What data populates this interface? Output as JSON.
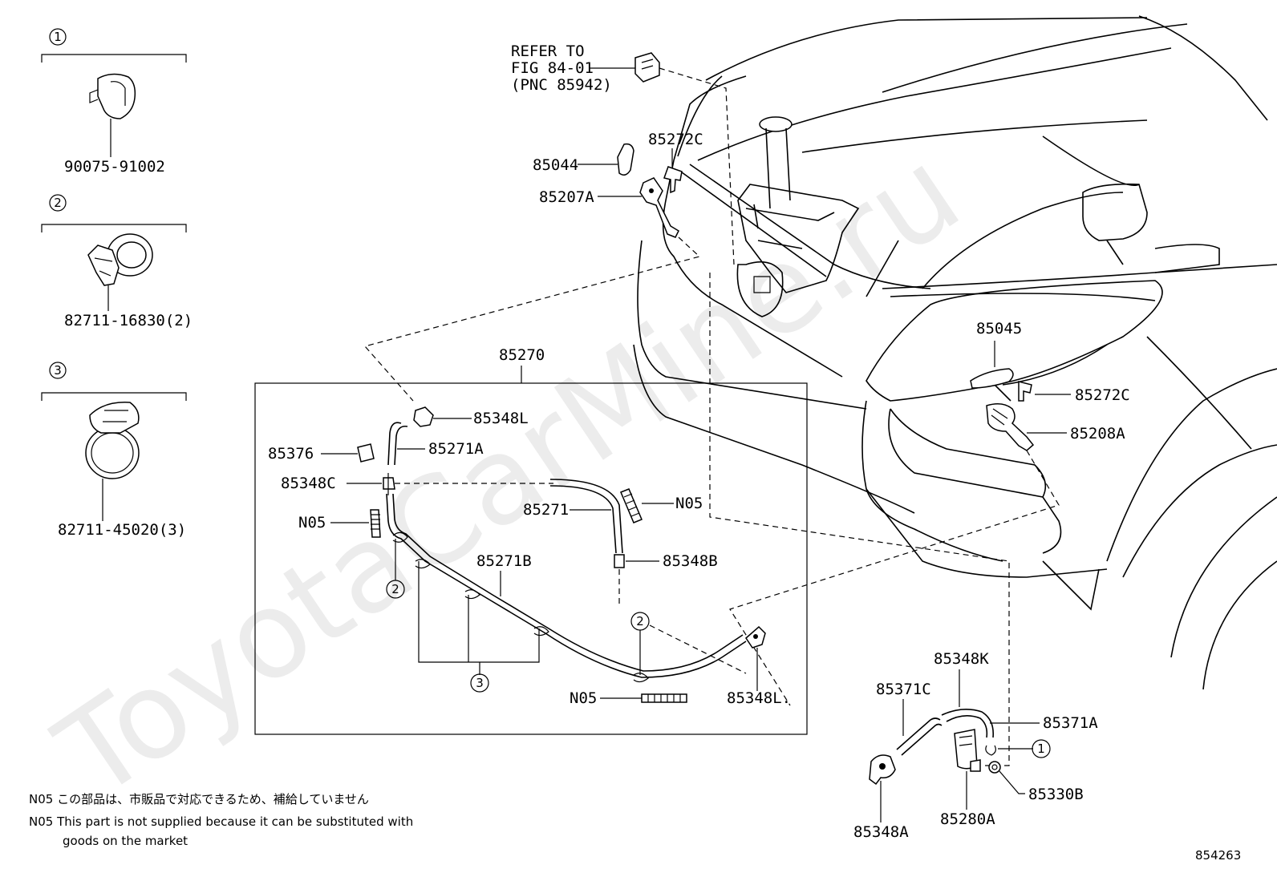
{
  "watermark": "ToyotaCarMine.ru",
  "reference": {
    "line1": "REFER TO",
    "line2": "FIG 84-01",
    "line3": "(PNC 85942)"
  },
  "legend": [
    {
      "index": "1",
      "part": "90075-91002"
    },
    {
      "index": "2",
      "part": "82711-16830(2)"
    },
    {
      "index": "3",
      "part": "82711-45020(3)"
    }
  ],
  "assembly": {
    "label": "85270"
  },
  "labels": {
    "p85044": "85044",
    "p85272c_top": "85272C",
    "p85207a": "85207A",
    "p85045": "85045",
    "p85272c_right": "85272C",
    "p85208a": "85208A",
    "p85348l_top": "85348L",
    "p85271a": "85271A",
    "p85376": "85376",
    "p85348c": "85348C",
    "n05_left": "N05",
    "p85271": "85271",
    "n05_right": "N05",
    "p85348b": "85348B",
    "p85271b": "85271B",
    "n05_bottom": "N05",
    "p85348l_bottom": "85348L.",
    "p85348k": "85348K",
    "p85371c": "85371C",
    "p85371a": "85371A",
    "p85330b": "85330B",
    "p85280a": "85280A",
    "p85348a": "85348A"
  },
  "callouts": {
    "one": "1",
    "two": "2",
    "three": "3"
  },
  "notes": {
    "jp": "N05 この部品は、市販品で対応できるため、補給していません",
    "en_line1": "N05 This part is not supplied because it can be substituted with",
    "en_line2": "goods on the market"
  },
  "figure_id": "854263"
}
